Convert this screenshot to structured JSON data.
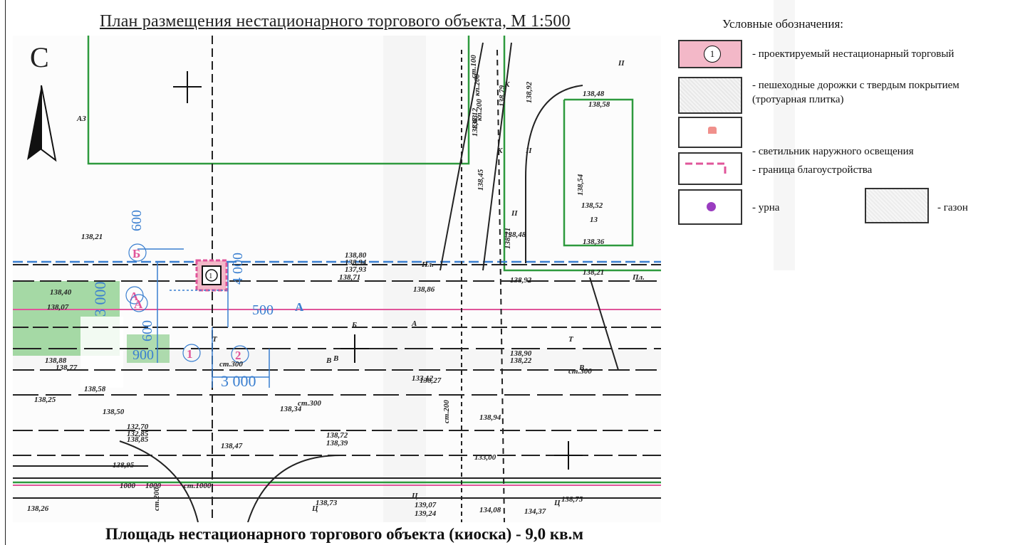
{
  "title": "План размещения нестационарного торгового объекта, М 1:500",
  "footer": "Площадь нестационарного торгового объекта (киоска) - 9,0 кв.м",
  "north_letter": "С",
  "legend": {
    "title": "Условные обозначения:",
    "items": [
      {
        "symbol": "1",
        "label": "- проектируемый нестационарный торговый"
      },
      {
        "label": "- пешеходные дорожки с твердым покрытием\n(тротуарная плитка)"
      },
      {
        "label": "- светильник наружного освещения"
      },
      {
        "label": "- граница благоустройства"
      },
      {
        "label": "- урна"
      },
      {
        "label": "- газон"
      }
    ]
  },
  "colors": {
    "green": "#2e9a3e",
    "pink": "#e0559a",
    "blue": "#3a7fd0",
    "kiosk_fill": "#f3b8c8",
    "lawn": "#8fcf8f",
    "urn": "#9a3cc0"
  },
  "map": {
    "dimensions": [
      "600",
      "4 000",
      "3 000",
      "500",
      "900",
      "3 000",
      "600"
    ],
    "letters": [
      "Б",
      "А",
      "А",
      "1",
      "2",
      "А"
    ],
    "object_number": "1",
    "labels": [
      "138,80",
      "138,94",
      "137,93",
      "138,71",
      "138,86",
      "138,40",
      "138,07",
      "138,88",
      "138,77",
      "138,25",
      "138,50",
      "138,34",
      "138,47",
      "138,72",
      "138,39",
      "138,94",
      "133,12",
      "133,00",
      "138,85",
      "138,95",
      "138,26",
      "138,73",
      "139,07",
      "139,24",
      "134,37",
      "134,08",
      "138,75",
      "138,48",
      "138,58",
      "138,21",
      "138,52",
      "138,48",
      "138,36",
      "138,21",
      "138,92",
      "138,90",
      "138,22",
      "138,27",
      "138,63",
      "138,12",
      "138,92",
      "138,79",
      "138,45",
      "138,21",
      "138,54",
      "132,70",
      "132,85",
      "138,58",
      "ст.300",
      "ст.300",
      "ст.200",
      "ст.100",
      "ст.300",
      "кп.200",
      "кп.200",
      "Пл.",
      "Пл.",
      "Б",
      "А",
      "Т",
      "Т",
      "В",
      "В",
      "В",
      "К",
      "К",
      "Ц",
      "Ц",
      "Ц",
      "II",
      "II",
      "II",
      "13",
      "АЗ",
      "1000",
      "ст.1000",
      "ст.200",
      "1000"
    ]
  }
}
